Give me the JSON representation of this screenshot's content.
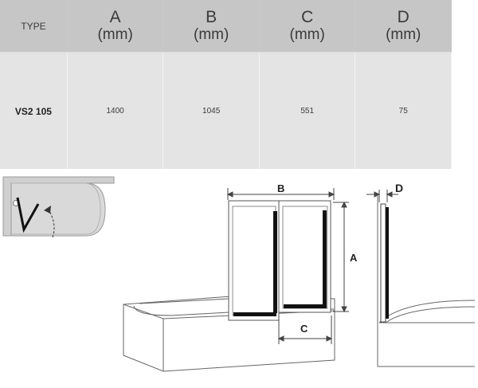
{
  "table": {
    "headers": [
      {
        "letter": "TYPE",
        "unit": ""
      },
      {
        "letter": "A",
        "unit": "(mm)"
      },
      {
        "letter": "B",
        "unit": "(mm)"
      },
      {
        "letter": "C",
        "unit": "(mm)"
      },
      {
        "letter": "D",
        "unit": "(mm)"
      }
    ],
    "rows": [
      {
        "type": "VS2 105",
        "a": "1400",
        "b": "1045",
        "c": "551",
        "d": "75"
      }
    ]
  },
  "diagram": {
    "label_a": "A",
    "label_b": "B",
    "label_c": "C",
    "label_d": "D"
  },
  "colors": {
    "header_bg": "#c6c6c6",
    "row_bg": "#e4e4e4",
    "line": "#222222"
  }
}
